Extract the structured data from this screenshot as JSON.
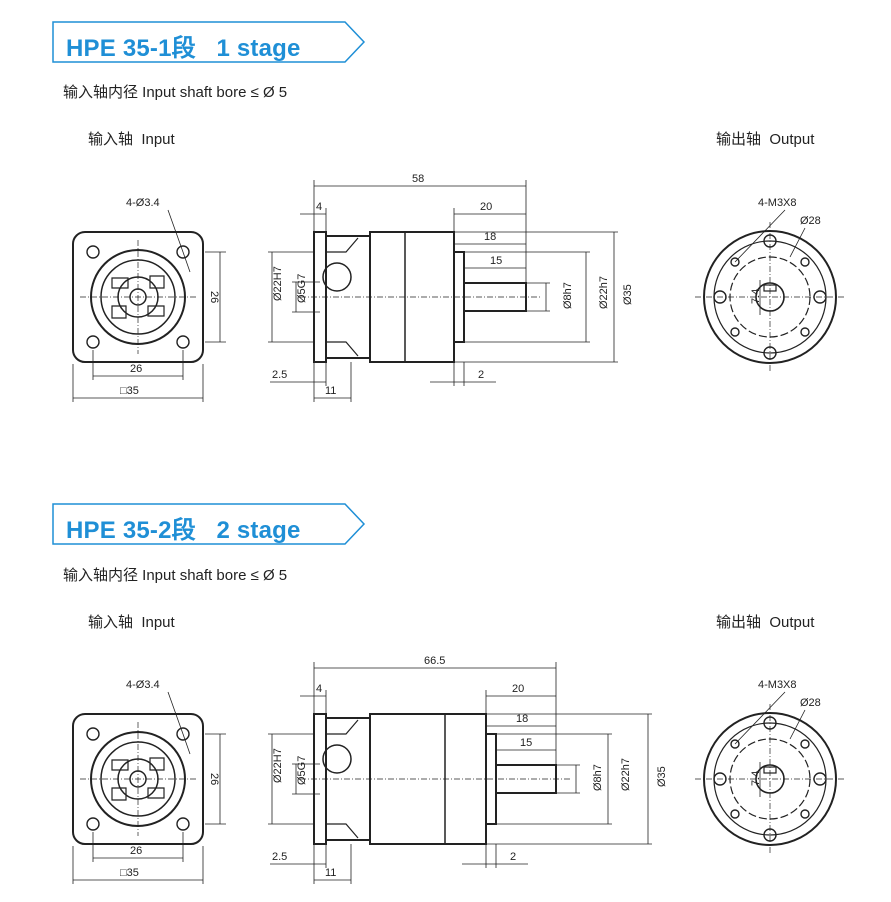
{
  "sections": [
    {
      "title": "HPE 35-1段   1 stage",
      "spec": "输入轴内径 Input shaft bore ≤ Ø 5",
      "input_label": "输入轴  Input",
      "output_label": "输出轴  Output",
      "dims": {
        "bolt_holes": "4-Ø3.4",
        "flange_h": "26",
        "pitch": "26",
        "square": "□35",
        "overall": "58",
        "flange_t": "4",
        "shaft_len": "20",
        "shaft_18": "18",
        "shaft_15": "15",
        "bore": "Ø22H7",
        "input_bore": "Ø5G7",
        "shaft_dia": "Ø8h7",
        "pilot": "Ø22h7",
        "body_dia": "Ø35",
        "d_25": "2.5",
        "d_11": "11",
        "d_2": "2",
        "thread": "4-M3X8",
        "pcd": "Ø28",
        "key": "7.4"
      }
    },
    {
      "title": "HPE 35-2段   2 stage",
      "spec": "输入轴内径 Input shaft bore ≤ Ø 5",
      "input_label": "输入轴  Input",
      "output_label": "输出轴  Output",
      "dims": {
        "bolt_holes": "4-Ø3.4",
        "flange_h": "26",
        "pitch": "26",
        "square": "□35",
        "overall": "66.5",
        "flange_t": "4",
        "shaft_len": "20",
        "shaft_18": "18",
        "shaft_15": "15",
        "bore": "Ø22H7",
        "input_bore": "Ø5G7",
        "shaft_dia": "Ø8h7",
        "pilot": "Ø22h7",
        "body_dia": "Ø35",
        "d_25": "2.5",
        "d_11": "11",
        "d_2": "2",
        "thread": "4-M3X8",
        "pcd": "Ø28",
        "key": "7.4"
      }
    }
  ],
  "colors": {
    "accent": "#1f8fd6",
    "line": "#222222"
  }
}
